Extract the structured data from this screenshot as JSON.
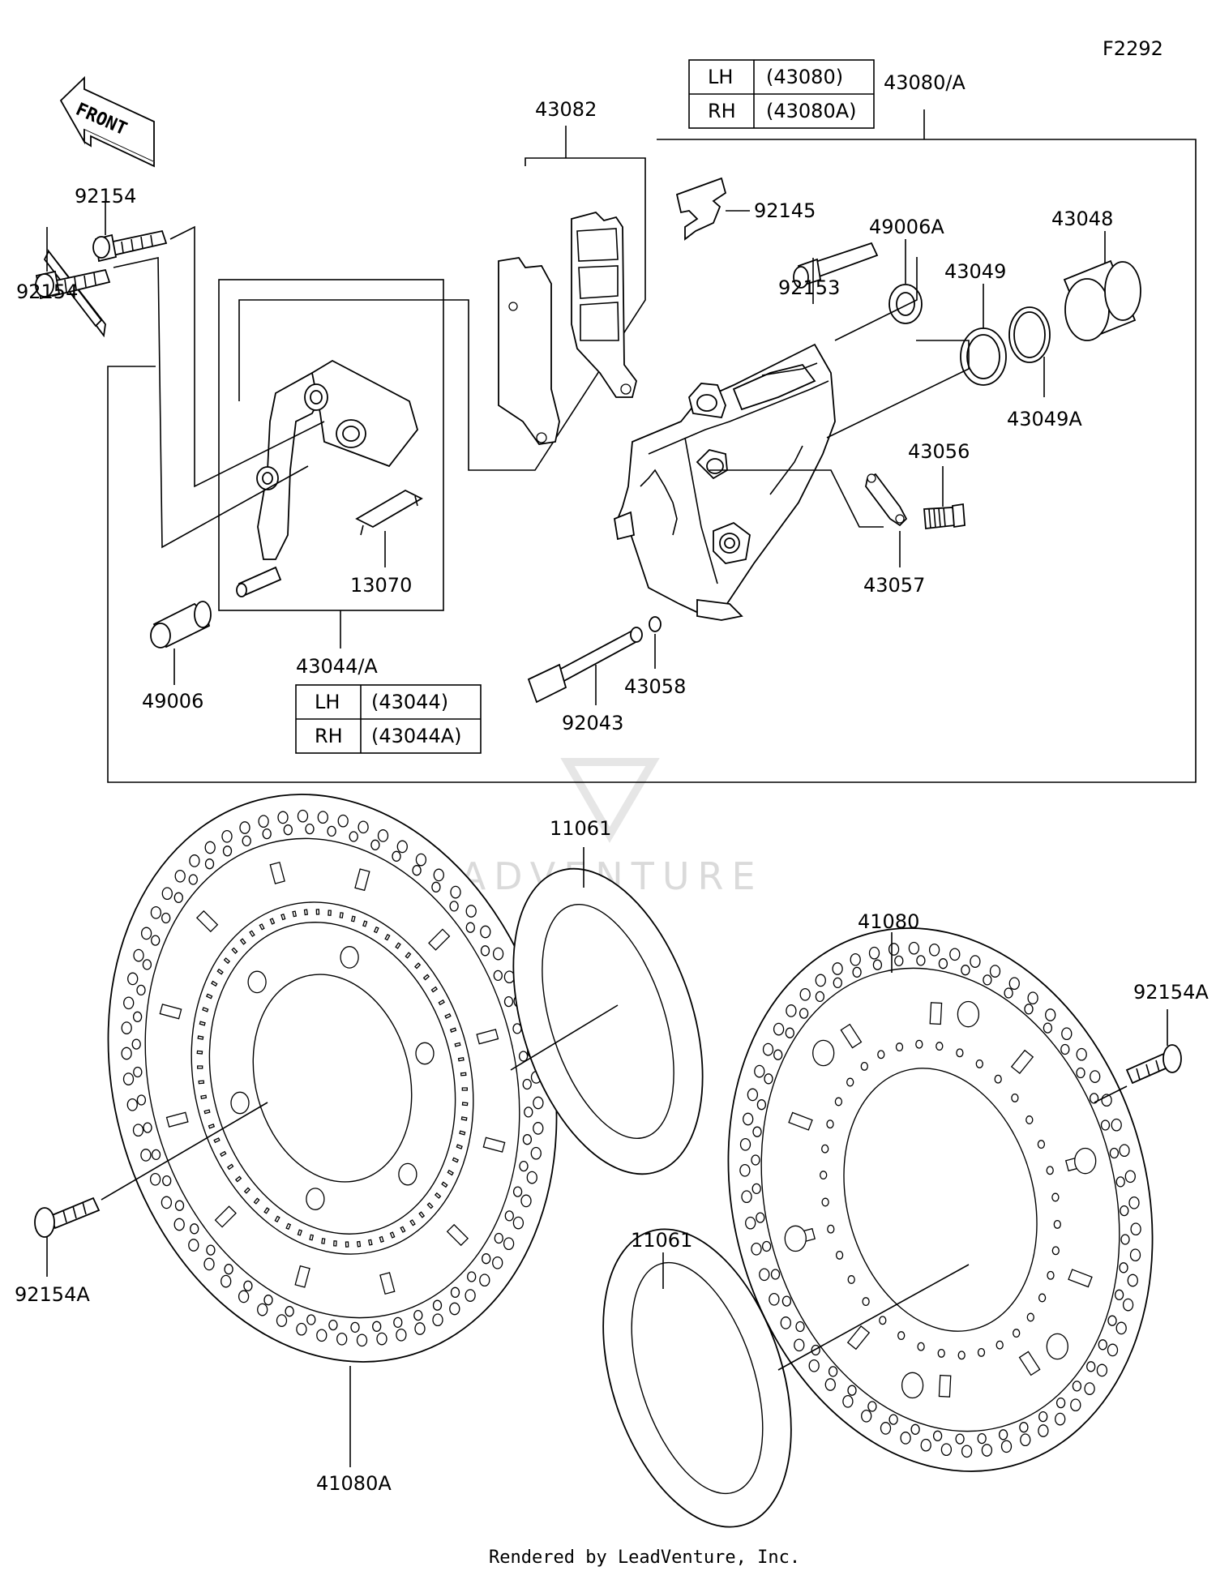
{
  "diagram_id": "F2292",
  "front_label": "FRONT",
  "watermark": "LEADVENTURE",
  "footer": "Rendered by LeadVenture, Inc.",
  "table_caliper": {
    "title": "43080/A",
    "rows": [
      {
        "side": "LH",
        "part": "(43080)"
      },
      {
        "side": "RH",
        "part": "(43080A)"
      }
    ]
  },
  "table_bracket": {
    "title": "43044/A",
    "rows": [
      {
        "side": "LH",
        "part": "(43044)"
      },
      {
        "side": "RH",
        "part": "(43044A)"
      }
    ]
  },
  "parts": {
    "p92154_top": "92154",
    "p92154_bottom": "92154",
    "p43082": "43082",
    "p92145": "92145",
    "p49006A": "49006A",
    "p43048": "43048",
    "p43049": "43049",
    "p43049A": "43049A",
    "p92153": "92153",
    "p43056": "43056",
    "p43057": "43057",
    "p13070": "13070",
    "p49006": "49006",
    "p43058": "43058",
    "p92043": "92043",
    "p11061_top": "11061",
    "p11061_bottom": "11061",
    "p41080": "41080",
    "p92154A_right": "92154A",
    "p92154A_left": "92154A",
    "p41080A": "41080A"
  }
}
